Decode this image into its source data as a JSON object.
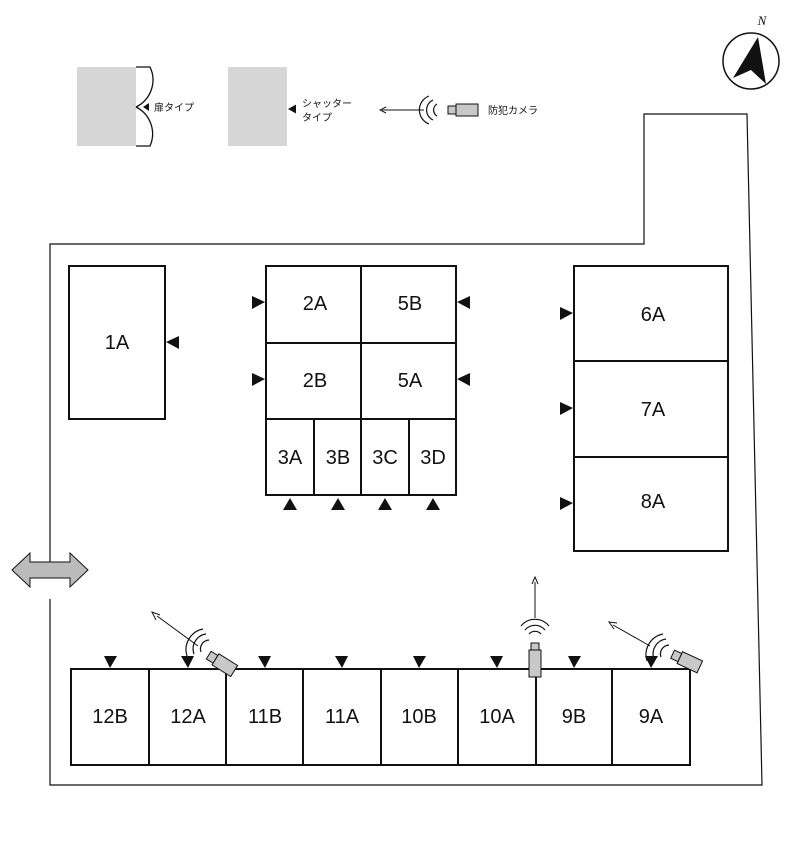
{
  "legend": {
    "door_type": "扉タイプ",
    "shutter_type_line1": "シャッター",
    "shutter_type_line2": "タイプ",
    "camera": "防犯カメラ"
  },
  "compass": {
    "north_label": "N"
  },
  "colors": {
    "line": "#111111",
    "shutter_fill": "#d6d6d6",
    "entrance_arrow": "#bbbbbb",
    "camera_body": "#c8c8c8"
  },
  "units": {
    "u1A": "1A",
    "u2A": "2A",
    "u5B": "5B",
    "u2B": "2B",
    "u5A": "5A",
    "u3A": "3A",
    "u3B": "3B",
    "u3C": "3C",
    "u3D": "3D",
    "u6A": "6A",
    "u7A": "7A",
    "u8A": "8A",
    "u12B": "12B",
    "u12A": "12A",
    "u11B": "11B",
    "u11A": "11A",
    "u10B": "10B",
    "u10A": "10A",
    "u9B": "9B",
    "u9A": "9A"
  },
  "icons": {
    "compass": "north-compass-icon",
    "door": "double-door-icon",
    "shutter": "shutter-icon",
    "camera": "security-camera-icon",
    "entrance": "entrance-double-arrow-icon"
  }
}
